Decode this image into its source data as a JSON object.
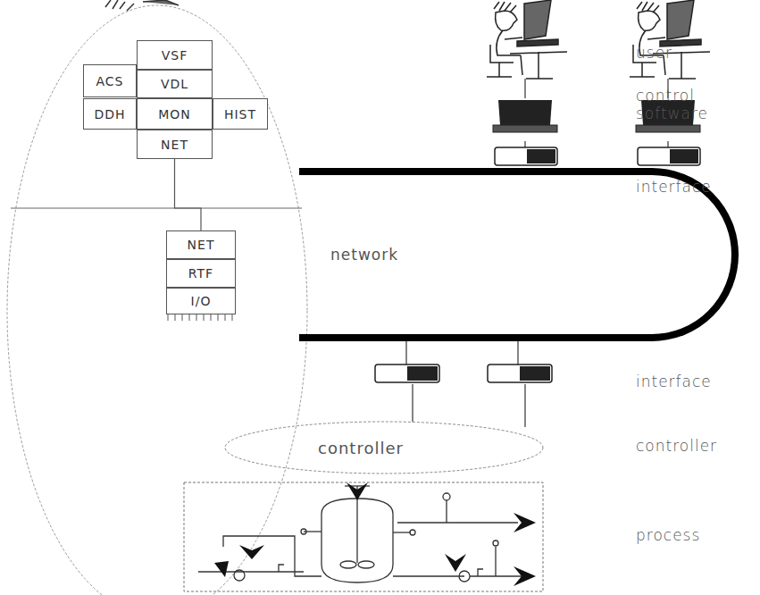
{
  "diagram": {
    "nodes": [
      {
        "text": [
          "VSF"
        ]
      },
      {
        "text": [
          "ACS"
        ]
      },
      {
        "text": [
          "VDL"
        ]
      },
      {
        "text": [
          "DDH"
        ]
      },
      {
        "text": [
          "MON"
        ]
      },
      {
        "text": [
          "HIST"
        ]
      },
      {
        "text": [
          "NET"
        ]
      },
      {
        "text": [
          "network"
        ]
      },
      {
        "text": [
          "NET"
        ]
      },
      {
        "text": [
          "RTF"
        ]
      },
      {
        "text": [
          "I/O"
        ]
      },
      {
        "text": [
          "controller"
        ]
      }
    ],
    "edges": [
      {
        "from": 6,
        "to": 8,
        "arrow": "none"
      }
    ],
    "labels": [
      "user",
      "control software",
      "interface",
      "interface",
      "controller",
      "process"
    ]
  }
}
